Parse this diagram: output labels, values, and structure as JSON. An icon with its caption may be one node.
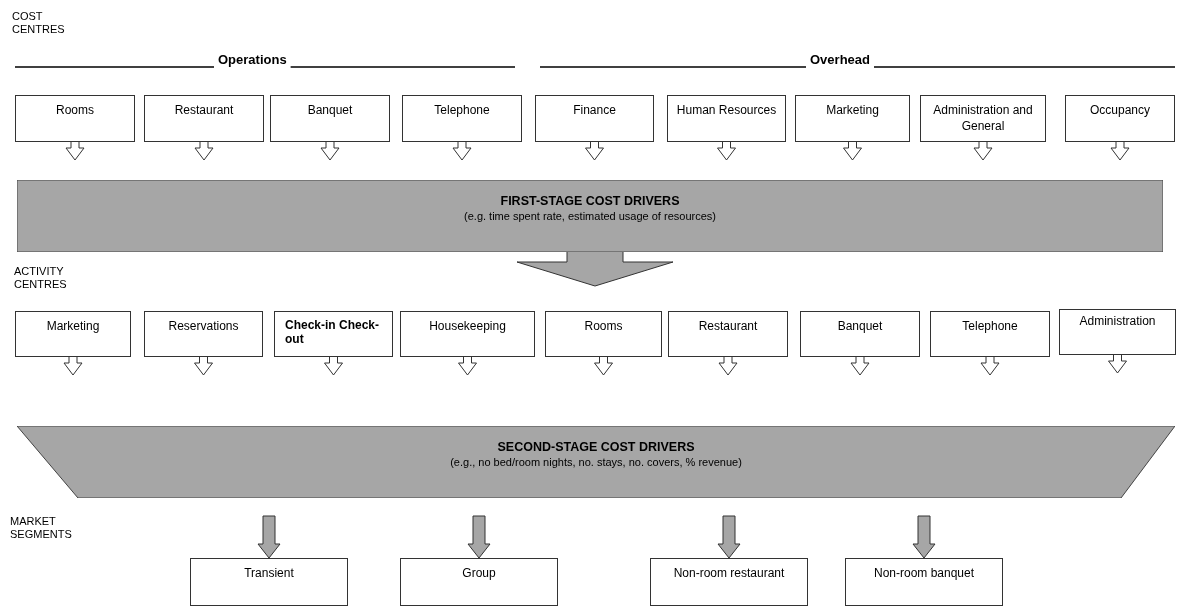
{
  "diagram": {
    "nodes": [
      {
        "text": [
          "Rooms"
        ]
      },
      {
        "text": [
          "Restaurant"
        ]
      },
      {
        "text": [
          "Banquet"
        ]
      },
      {
        "text": [
          "Telephone"
        ]
      },
      {
        "text": [
          "Finance"
        ]
      },
      {
        "text": [
          "Human Resources"
        ]
      },
      {
        "text": [
          "Marketing"
        ]
      },
      {
        "text": [
          "Administration and General"
        ]
      },
      {
        "text": [
          "Occupancy"
        ]
      },
      {
        "text": [
          "FIRST-STAGE COST DRIVERS",
          "(e.g. time spent rate, estimated usage of resources)"
        ]
      },
      {
        "text": [
          "Marketing"
        ]
      },
      {
        "text": [
          "Reservations"
        ]
      },
      {
        "text": [
          "Check-in Check-out"
        ]
      },
      {
        "text": [
          "Housekeeping"
        ]
      },
      {
        "text": [
          "Rooms"
        ]
      },
      {
        "text": [
          "Restaurant"
        ]
      },
      {
        "text": [
          "Banquet"
        ]
      },
      {
        "text": [
          "Telephone"
        ]
      },
      {
        "text": [
          "Administration"
        ]
      },
      {
        "text": [
          "SECOND-STAGE COST DRIVERS",
          "(e.g., no bed/room nights, no. stays, no. covers, % revenue)"
        ]
      },
      {
        "text": [
          "Transient"
        ]
      },
      {
        "text": [
          "Group"
        ]
      },
      {
        "text": [
          "Non-room restaurant"
        ]
      },
      {
        "text": [
          "Non-room banquet"
        ]
      }
    ],
    "edges": [
      {
        "from": 0,
        "to": null,
        "arrow": "to"
      },
      {
        "from": 1,
        "to": null,
        "arrow": "to"
      },
      {
        "from": 2,
        "to": null,
        "arrow": "to"
      },
      {
        "from": 3,
        "to": null,
        "arrow": "to"
      },
      {
        "from": 4,
        "to": null,
        "arrow": "to"
      },
      {
        "from": 5,
        "to": null,
        "arrow": "to"
      },
      {
        "from": 6,
        "to": null,
        "arrow": "to"
      },
      {
        "from": 7,
        "to": null,
        "arrow": "to"
      },
      {
        "from": 8,
        "to": null,
        "arrow": "to"
      },
      {
        "from": 9,
        "to": null,
        "arrow": "to",
        "color": "#a6a6a6"
      },
      {
        "from": 10,
        "to": null,
        "arrow": "to"
      },
      {
        "from": 11,
        "to": null,
        "arrow": "to"
      },
      {
        "from": 12,
        "to": null,
        "arrow": "to"
      },
      {
        "from": 13,
        "to": null,
        "arrow": "to"
      },
      {
        "from": 14,
        "to": null,
        "arrow": "to"
      },
      {
        "from": 15,
        "to": null,
        "arrow": "to"
      },
      {
        "from": 16,
        "to": null,
        "arrow": "to"
      },
      {
        "from": 17,
        "to": null,
        "arrow": "to"
      },
      {
        "from": 18,
        "to": null,
        "arrow": "to"
      },
      {
        "from": 19,
        "to": 20,
        "arrow": "to",
        "color": "#a6a6a6"
      },
      {
        "from": 19,
        "to": 21,
        "arrow": "to",
        "color": "#a6a6a6"
      },
      {
        "from": 19,
        "to": 22,
        "arrow": "to",
        "color": "#a6a6a6"
      },
      {
        "from": 19,
        "to": 23,
        "arrow": "to",
        "color": "#a6a6a6"
      }
    ],
    "labels": [
      "COST CENTRES",
      "Operations",
      "Overhead",
      "ACTIVITY CENTRES",
      "MARKET SEGMENTS"
    ]
  }
}
